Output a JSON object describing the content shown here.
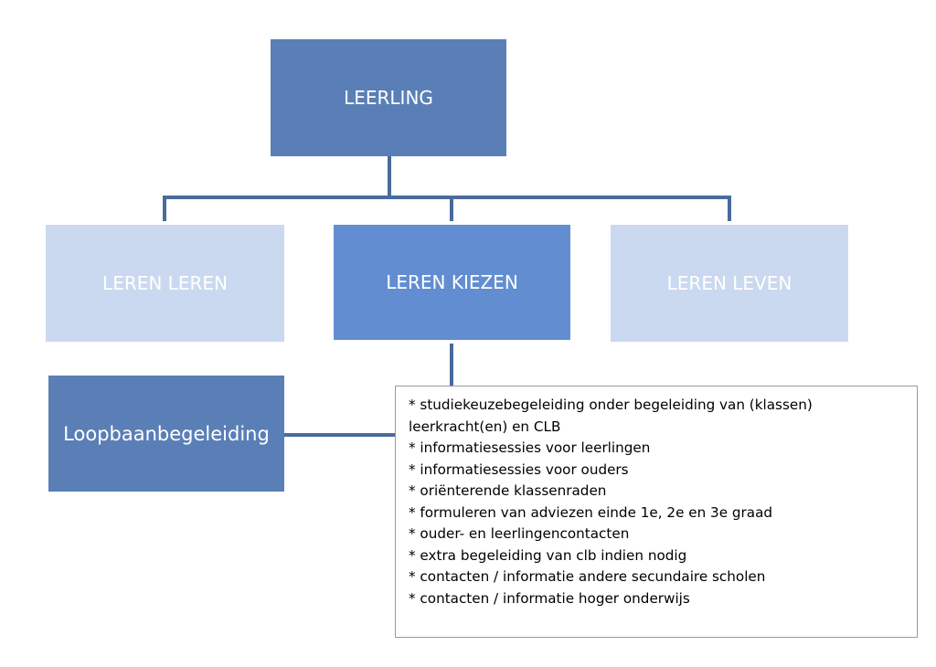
{
  "diagram": {
    "root": {
      "label": "LEERLING"
    },
    "children": [
      {
        "label": "LEREN LEREN"
      },
      {
        "label": "LEREN KIEZEN"
      },
      {
        "label": "LEREN LEVEN"
      }
    ],
    "side_box": {
      "label": "Loopbaanbegeleiding"
    },
    "details": [
      "* studiekeuzebegeleiding onder begeleiding van (klassen) leerkracht(en) en CLB",
      "* informatiesessies voor leerlingen",
      "* informatiesessies voor ouders",
      "* oriënterende klassenraden",
      "* formuleren van adviezen einde 1e, 2e en 3e graad",
      "* ouder- en leerlingencontacten",
      "* extra begeleiding van clb indien nodig",
      "* contacten / informatie andere secundaire scholen",
      "* contacten / informatie hoger onderwijs"
    ]
  },
  "colors": {
    "dark_box": "#5a7fb7",
    "mid_box": "#628dd1",
    "light_box": "#cad9ef",
    "connector": "#4a6b9c",
    "list_border": "#9a9a9a"
  }
}
